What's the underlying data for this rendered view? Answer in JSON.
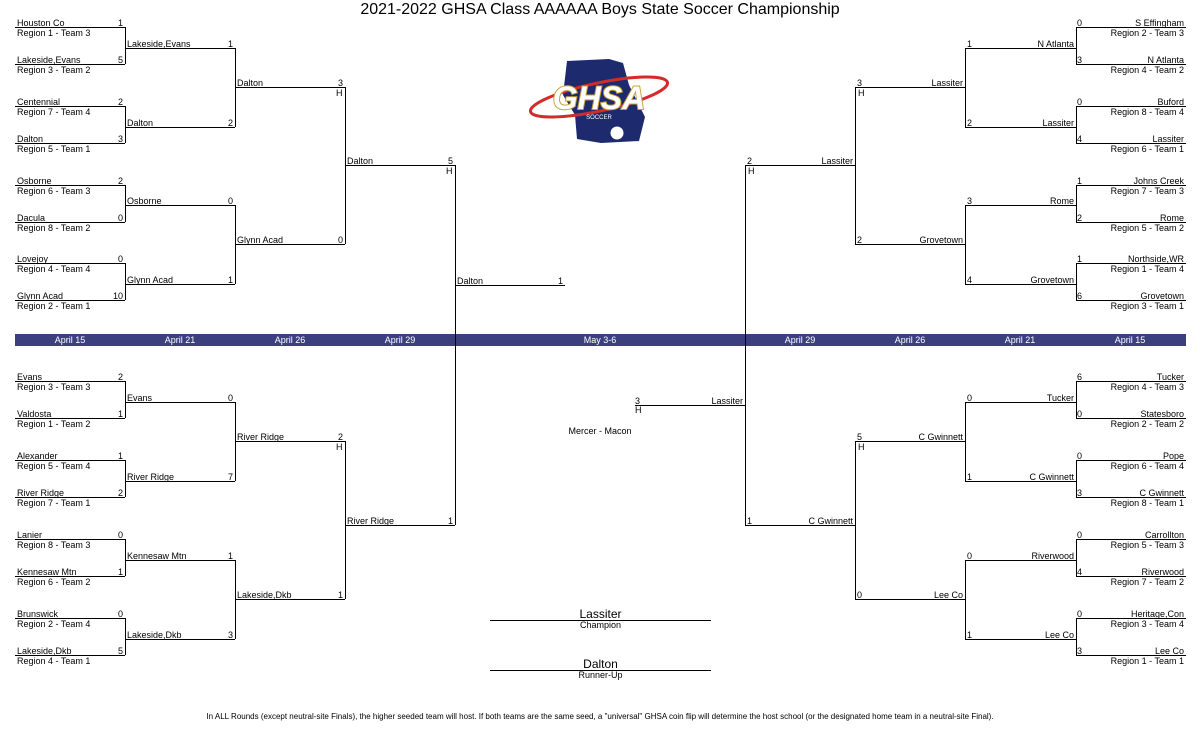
{
  "title": "2021-2022 GHSA Class AAAAAA Boys State Soccer Championship",
  "logo": {
    "text": "GHSA",
    "subtext": "SOCCER",
    "colors": {
      "navy": "#1e2a6e",
      "gold": "#c8a23c",
      "red": "#d42a2a"
    }
  },
  "dates": {
    "left": [
      "April 15",
      "April 21",
      "April 26",
      "April 29"
    ],
    "center": "May 3-6",
    "right": [
      "April 29",
      "April 26",
      "April 21",
      "April 15"
    ]
  },
  "band_color": "#3c3f7e",
  "round1": {
    "left": [
      {
        "team": "Houston Co",
        "sub": "Region 1 - Team 3",
        "score": "1"
      },
      {
        "team": "Lakeside,Evans",
        "sub": "Region 3 - Team 2",
        "score": "5"
      },
      {
        "team": "Centennial",
        "sub": "Region 7 - Team 4",
        "score": "2"
      },
      {
        "team": "Dalton",
        "sub": "Region 5 - Team 1",
        "score": "3"
      },
      {
        "team": "Osborne",
        "sub": "Region 6 - Team 3",
        "score": "2"
      },
      {
        "team": "Dacula",
        "sub": "Region 8 - Team 2",
        "score": "0"
      },
      {
        "team": "Lovejoy",
        "sub": "Region 4 - Team 4",
        "score": "0"
      },
      {
        "team": "Glynn Acad",
        "sub": "Region 2 - Team 1",
        "score": "10"
      },
      {
        "team": "Evans",
        "sub": "Region 3 - Team 3",
        "score": "2"
      },
      {
        "team": "Valdosta",
        "sub": "Region 1 - Team 2",
        "score": "1"
      },
      {
        "team": "Alexander",
        "sub": "Region 5 - Team 4",
        "score": "1"
      },
      {
        "team": "River Ridge",
        "sub": "Region 7 - Team 1",
        "score": "2"
      },
      {
        "team": "Lanier",
        "sub": "Region 8 - Team 3",
        "score": "0"
      },
      {
        "team": "Kennesaw Mtn",
        "sub": "Region 6 - Team 2",
        "score": "1"
      },
      {
        "team": "Brunswick",
        "sub": "Region 2 - Team 4",
        "score": "0"
      },
      {
        "team": "Lakeside,Dkb",
        "sub": "Region 4 - Team 1",
        "score": "5"
      }
    ],
    "right": [
      {
        "team": "S Effingham",
        "sub": "Region 2 - Team 3",
        "score": "0"
      },
      {
        "team": "N Atlanta",
        "sub": "Region 4 - Team 2",
        "score": "3"
      },
      {
        "team": "Buford",
        "sub": "Region  8 - Team 4",
        "score": "0"
      },
      {
        "team": "Lassiter",
        "sub": "Region 6 - Team 1",
        "score": "4"
      },
      {
        "team": "Johns Creek",
        "sub": "Region 7 - Team 3",
        "score": "1"
      },
      {
        "team": "Rome",
        "sub": "Region 5 - Team 2",
        "score": "2"
      },
      {
        "team": "Northside,WR",
        "sub": "Region 1 - Team 4",
        "score": "1"
      },
      {
        "team": "Grovetown",
        "sub": "Region 3 - Team 1",
        "score": "6"
      },
      {
        "team": "Tucker",
        "sub": "Region 4 - Team 3",
        "score": "6"
      },
      {
        "team": "Statesboro",
        "sub": "Region 2 - Team 2",
        "score": "0"
      },
      {
        "team": "Pope",
        "sub": "Region 6 - Team 4",
        "score": "0"
      },
      {
        "team": "C Gwinnett",
        "sub": "Region 8 - Team 1",
        "score": "3"
      },
      {
        "team": "Carrollton",
        "sub": "Region 5 - Team 3",
        "score": "0"
      },
      {
        "team": "Riverwood",
        "sub": "Region 7 - Team 2",
        "score": "4"
      },
      {
        "team": "Heritage,Con",
        "sub": "Region 3 - Team 4",
        "score": "0"
      },
      {
        "team": "Lee Co",
        "sub": "Region 1 - Team 1",
        "score": "3"
      }
    ]
  },
  "round2": {
    "left": [
      {
        "team": "Lakeside,Evans",
        "score": "1"
      },
      {
        "team": "Dalton",
        "score": "2"
      },
      {
        "team": "Osborne",
        "score": "0"
      },
      {
        "team": "Glynn Acad",
        "score": "1"
      },
      {
        "team": "Evans",
        "score": "0"
      },
      {
        "team": "River Ridge",
        "score": "7"
      },
      {
        "team": "Kennesaw Mtn",
        "score": "1"
      },
      {
        "team": "Lakeside,Dkb",
        "score": "3"
      }
    ],
    "right": [
      {
        "team": "N Atlanta",
        "score": "1"
      },
      {
        "team": "Lassiter",
        "score": "2"
      },
      {
        "team": "Rome",
        "score": "3"
      },
      {
        "team": "Grovetown",
        "score": "4"
      },
      {
        "team": "Tucker",
        "score": "0"
      },
      {
        "team": "C Gwinnett",
        "score": "1"
      },
      {
        "team": "Riverwood",
        "score": "0"
      },
      {
        "team": "Lee Co",
        "score": "1"
      }
    ]
  },
  "round3": {
    "left": [
      {
        "team": "Dalton",
        "score": "3",
        "host": "H"
      },
      {
        "team": "Glynn Acad",
        "score": "0",
        "host": ""
      },
      {
        "team": "River Ridge",
        "score": "2",
        "host": "H"
      },
      {
        "team": "Lakeside,Dkb",
        "score": "1",
        "host": ""
      }
    ],
    "right": [
      {
        "team": "Lassiter",
        "score": "3",
        "host": "H"
      },
      {
        "team": "Grovetown",
        "score": "2",
        "host": ""
      },
      {
        "team": "C Gwinnett",
        "score": "5",
        "host": "H"
      },
      {
        "team": "Lee Co",
        "score": "0",
        "host": ""
      }
    ]
  },
  "round4": {
    "left": [
      {
        "team": "Dalton",
        "score": "5",
        "host": "H"
      },
      {
        "team": "River Ridge",
        "score": "1",
        "host": ""
      }
    ],
    "right": [
      {
        "team": "Lassiter",
        "score": "2",
        "host": "H"
      },
      {
        "team": "C Gwinnett",
        "score": "1",
        "host": ""
      }
    ]
  },
  "final": {
    "left": {
      "team": "Dalton",
      "score": "1"
    },
    "right": {
      "team": "Lassiter",
      "score": "3",
      "host": "H"
    },
    "venue": "Mercer - Macon"
  },
  "champion": {
    "team": "Lassiter",
    "label": "Champion"
  },
  "runner_up": {
    "team": "Dalton",
    "label": "Runner-Up"
  },
  "footnote": "In ALL Rounds (except neutral-site Finals), the higher seeded team will host. If both teams are the same seed, a \"universal\" GHSA coin flip will determine the host school (or the designated home team in a neutral-site Final)."
}
